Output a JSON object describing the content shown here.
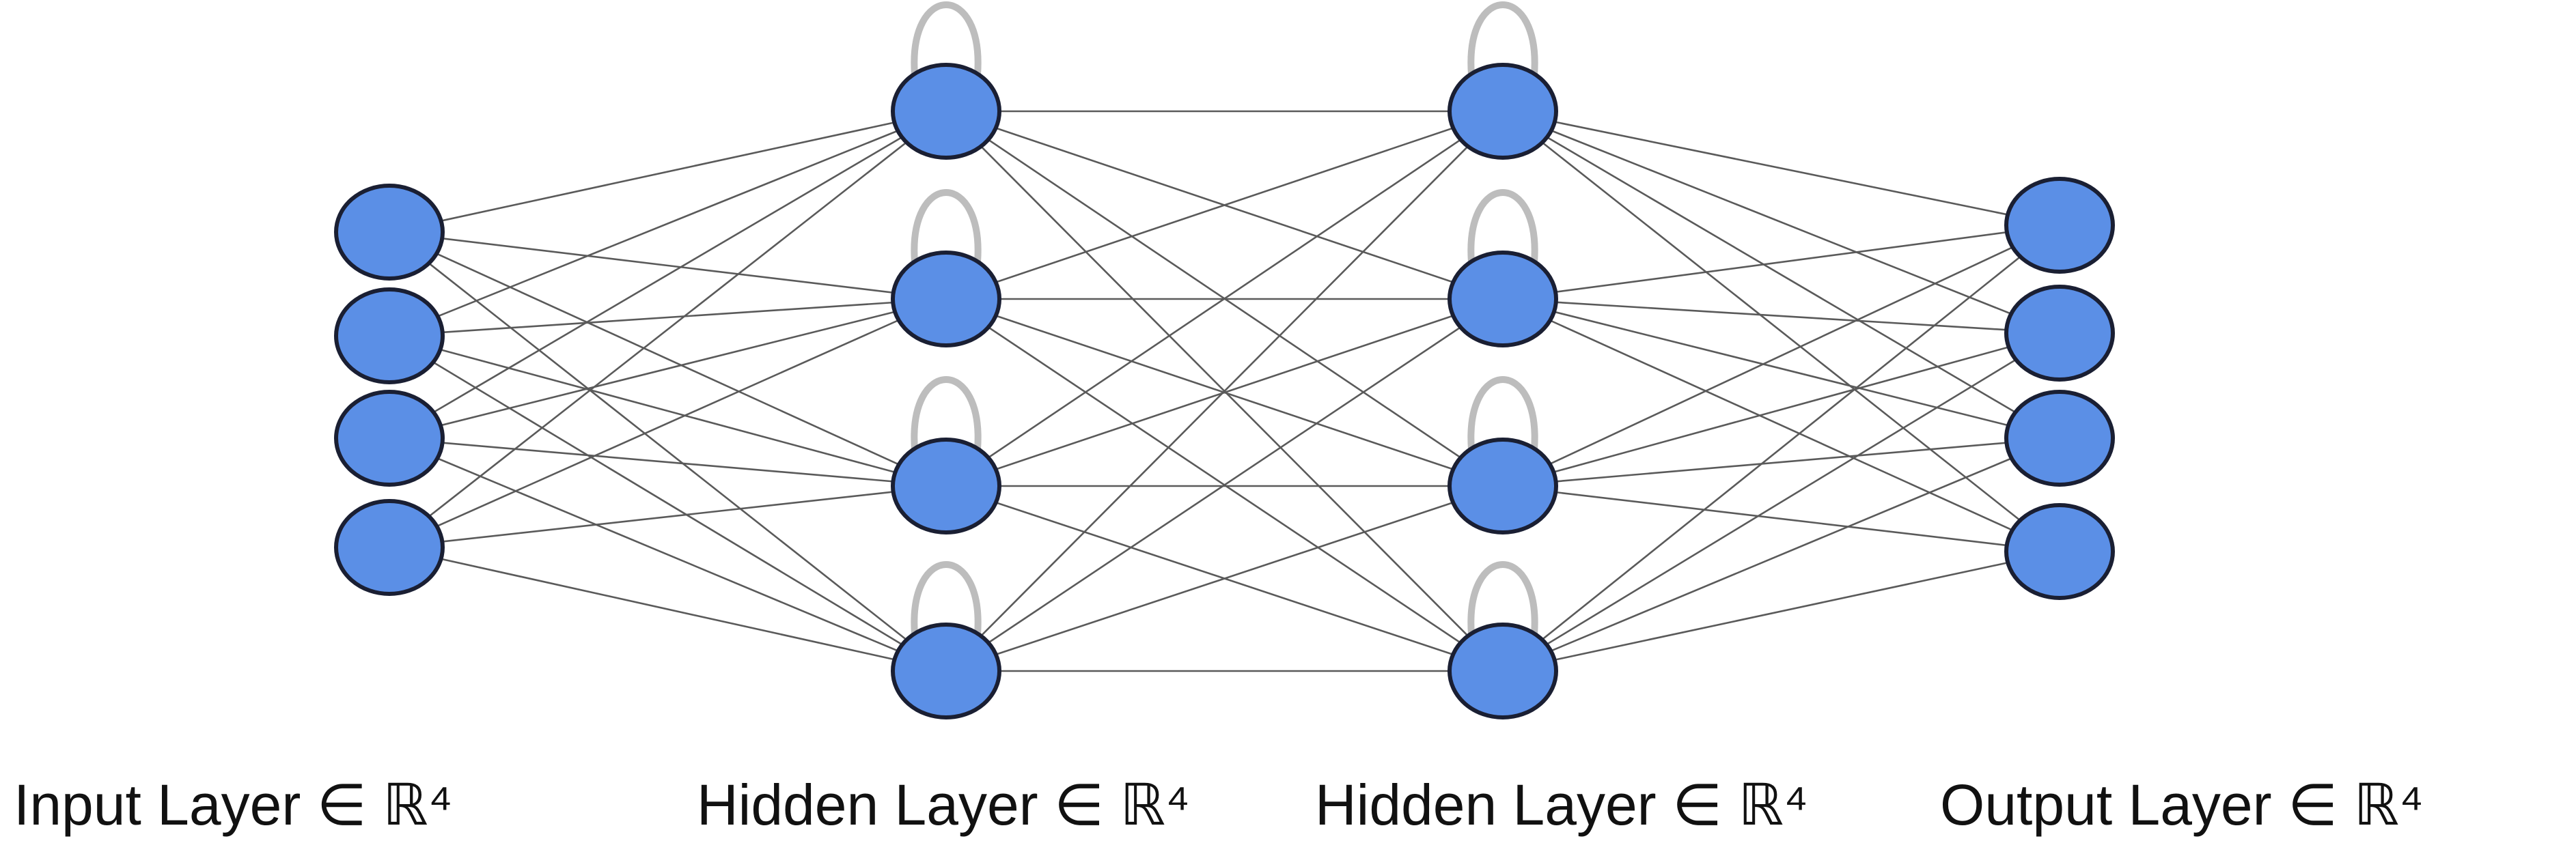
{
  "network": {
    "layers": [
      {
        "id": "input",
        "label": "Input Layer ∈ ℝ⁴",
        "nodes": 4,
        "recurrent": false
      },
      {
        "id": "hidden1",
        "label": "Hidden Layer ∈ ℝ⁴",
        "nodes": 4,
        "recurrent": true
      },
      {
        "id": "hidden2",
        "label": "Hidden Layer ∈ ℝ⁴",
        "nodes": 4,
        "recurrent": true
      },
      {
        "id": "output",
        "label": "Output Layer ∈ ℝ⁴",
        "nodes": 4,
        "recurrent": false
      }
    ],
    "connectivity": "fully-connected",
    "colors": {
      "node_fill": "#5b8fe6",
      "node_stroke": "#1a1f33",
      "edge": "#5a5a5a",
      "loop": "#bdbdbd"
    }
  }
}
